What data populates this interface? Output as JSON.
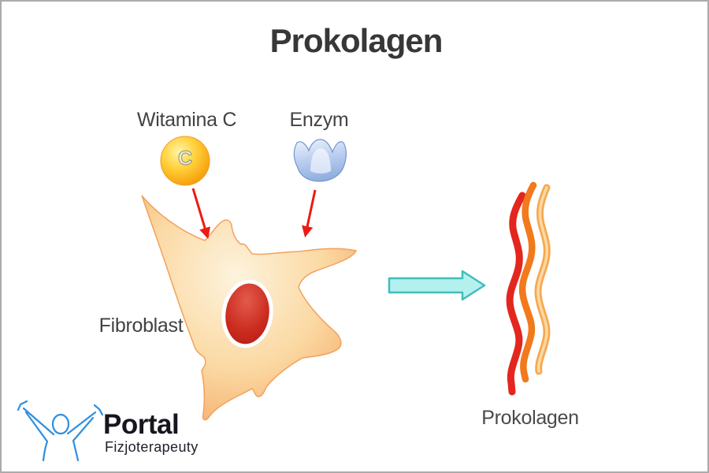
{
  "title": "Prokolagen",
  "labels": {
    "vitamin": "Witamina C",
    "enzyme": "Enzym",
    "cell": "Fibroblast",
    "product": "Prokolagen"
  },
  "vitamin_letter": "C",
  "logo": {
    "title": "Portal",
    "subtitle": "Fizjoterapeuty"
  },
  "colors": {
    "frame_border": "#ababab",
    "title_text": "#373737",
    "label_text": "#424242",
    "arrow_red": "#ec1b14",
    "cyan_fill": "#b4f1ee",
    "cyan_stroke": "#3fbdbd",
    "ball_light": "#fff4a8",
    "ball_mid": "#ffd039",
    "ball_dark": "#f59300",
    "ball_rim": "#ef9d27",
    "ball_letter_fill": "#ededdf",
    "ball_letter_stroke": "#8e8e77",
    "enzyme_light": "#eaf1fb",
    "enzyme_mid": "#b9cdf0",
    "enzyme_dark": "#8fadde",
    "enzyme_edge": "#7495cd",
    "enzyme_dome": "#d7e3f6",
    "cell_center": "#fdf3dd",
    "cell_mid": "#fbd9a3",
    "cell_edge": "#f4a967",
    "cell_stroke": "#f2a25c",
    "nucleus_light": "#e25b4c",
    "nucleus_mid": "#cb2a1e",
    "nucleus_dark": "#a61a10",
    "nucleus_halo": "#ffffff",
    "strand_red": "#e3261e",
    "strand_orange": "#f2791c",
    "strand_peach": "#f6a94f",
    "strand_peach_inner": "#fcd9a5",
    "logo_blue": "#2e8fe0",
    "logo_text": "#16161f"
  }
}
